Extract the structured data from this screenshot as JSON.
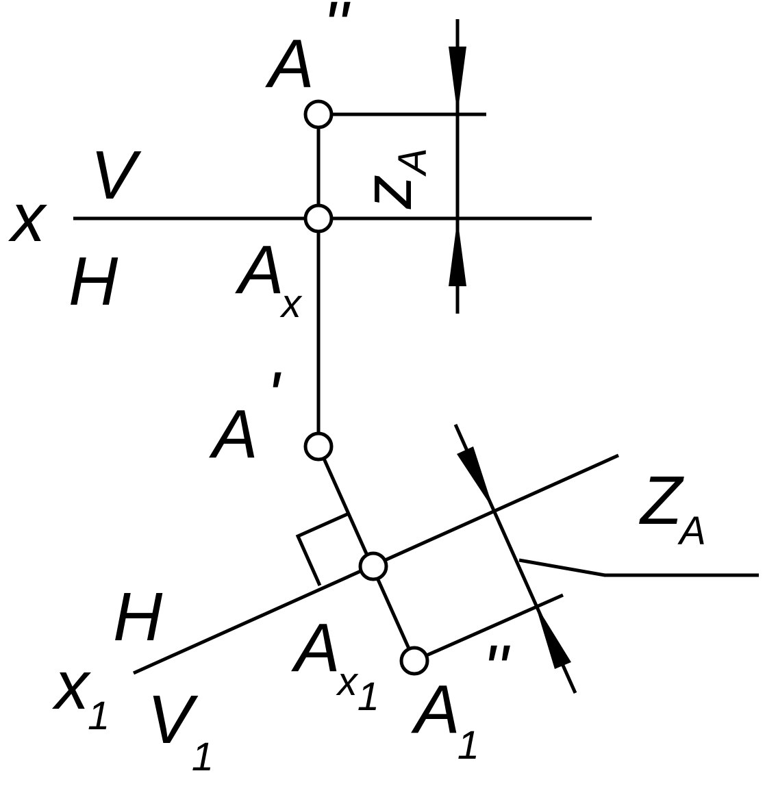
{
  "colors": {
    "stroke": "#000000",
    "background": "#ffffff"
  },
  "labels": {
    "A_double_prime": {
      "base": "A",
      "mark": "''"
    },
    "A_prime": {
      "base": "A",
      "mark": "'"
    },
    "A_x": {
      "base": "A",
      "sub": "x"
    },
    "A_x1": {
      "base": "A",
      "sub": "x",
      "subsub": "1"
    },
    "A1_double_prime": {
      "base": "A",
      "sub": "1",
      "mark": "''"
    },
    "x": "x",
    "V": "V",
    "H": "H",
    "H_lower": "H",
    "x1": {
      "base": "x",
      "sub": "1"
    },
    "V1": {
      "base": "V",
      "sub": "1"
    },
    "z_A_upper": {
      "base": "z",
      "sub": "A"
    },
    "Z_A_lower": {
      "base": "Z",
      "sub": "A"
    }
  }
}
